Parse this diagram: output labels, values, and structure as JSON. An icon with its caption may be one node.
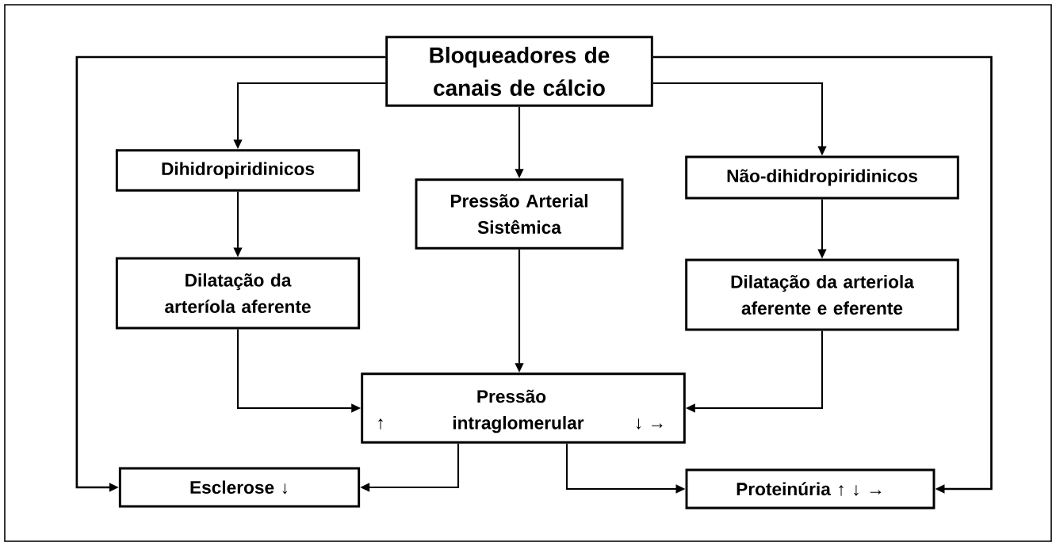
{
  "diagram": {
    "nodes": [
      {
        "text": [
          "Bloqueadores de canais de cálcio"
        ]
      },
      {
        "text": [
          "Dihidropiridinicos"
        ]
      },
      {
        "text": [
          "Pressão Arterial Sistêmica"
        ]
      },
      {
        "text": [
          "Não-dihidropiridinicos"
        ]
      },
      {
        "text": [
          "Dilatação da arteríola aferente"
        ]
      },
      {
        "text": [
          "Dilatação da arteriola aferente e eferente"
        ]
      },
      {
        "text": [
          "↑",
          "Pressão intraglomerular",
          "↓ →"
        ]
      },
      {
        "text": [
          "Esclerose ↓"
        ]
      },
      {
        "text": [
          "Proteinúria ↑ ↓ →"
        ]
      }
    ],
    "edges": [
      {
        "from": 0,
        "to": 1,
        "arrow": "to"
      },
      {
        "from": 0,
        "to": 2,
        "arrow": "to"
      },
      {
        "from": 0,
        "to": 3,
        "arrow": "to"
      },
      {
        "from": 1,
        "to": 4,
        "arrow": "to"
      },
      {
        "from": 3,
        "to": 5,
        "arrow": "to"
      },
      {
        "from": 2,
        "to": 6,
        "arrow": "to"
      },
      {
        "from": 4,
        "to": 6,
        "arrow": "to"
      },
      {
        "from": 5,
        "to": 6,
        "arrow": "to"
      },
      {
        "from": 6,
        "to": 7,
        "arrow": "to"
      },
      {
        "from": 6,
        "to": 8,
        "arrow": "to"
      },
      {
        "from": 0,
        "to": 7,
        "arrow": "to"
      },
      {
        "from": 0,
        "to": 8,
        "arrow": "to"
      }
    ]
  }
}
